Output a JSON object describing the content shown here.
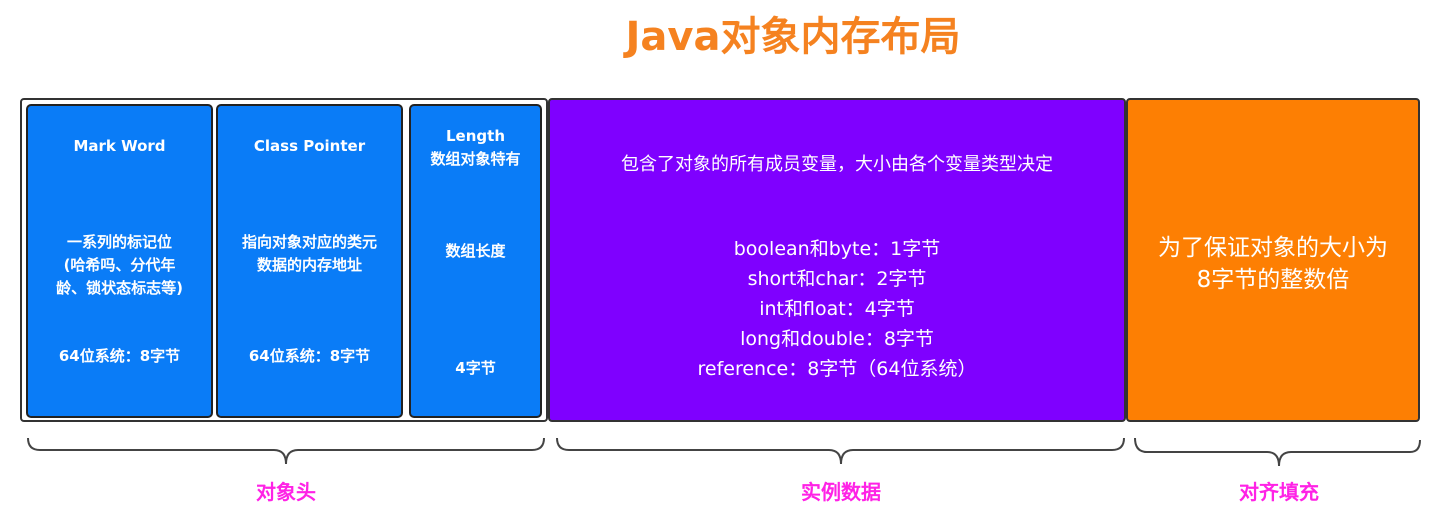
{
  "title": "Java对象内存布局",
  "header": {
    "label": "对象头",
    "mark_word": {
      "name": "Mark Word",
      "desc": [
        "一系列的标记位",
        "(哈希吗、分代年",
        "龄、锁状态标志等)"
      ],
      "size": "64位系统：8字节"
    },
    "class_pointer": {
      "name": "Class Pointer",
      "desc": [
        "指向对象对应的类元",
        "数据的内存地址"
      ],
      "size": "64位系统：8字节"
    },
    "length": {
      "name": "Length",
      "note": "数组对象特有",
      "desc": "数组长度",
      "size": "4字节"
    }
  },
  "instance_data": {
    "label": "实例数据",
    "desc": "包含了对象的所有成员变量，大小由各个变量类型决定",
    "types": [
      "boolean和byte：1字节",
      "short和char：2字节",
      "int和float：4字节",
      "long和double：8字节",
      "reference：8字节（64位系统）"
    ]
  },
  "padding": {
    "label": "对齐填充",
    "desc": [
      "为了保证对象的大小为",
      "8字节的整数倍"
    ]
  },
  "colors": {
    "title": "#f58220",
    "blue": "#0a7cf7",
    "purple": "#7f00ff",
    "orange": "#fd7f03",
    "label": "#ff22e6"
  }
}
